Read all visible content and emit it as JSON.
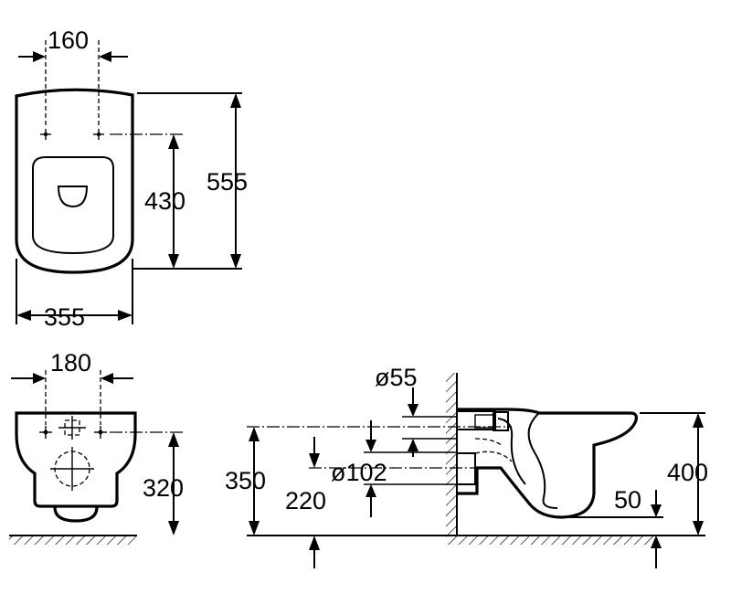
{
  "dimensions": {
    "top_fixing_spacing": "160",
    "top_fixing_to_front": "430",
    "total_length": "555",
    "total_width": "355",
    "front_fixing_spacing": "180",
    "front_fixing_height": "320",
    "waste_diameter": "ø55",
    "outlet_diameter": "ø102",
    "inlet_height": "350",
    "outlet_height": "220",
    "rim_height": "400",
    "pan_clearance": "50"
  }
}
